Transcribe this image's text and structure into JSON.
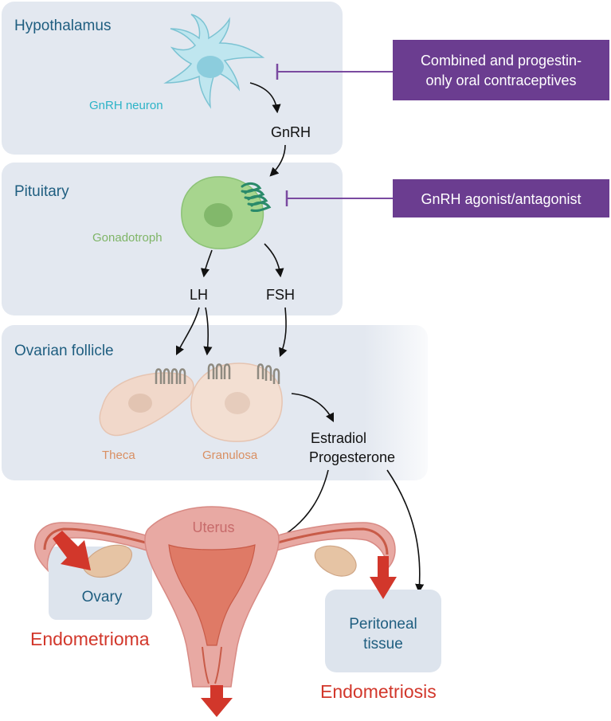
{
  "panels": {
    "hypothalamus": {
      "label": "Hypothalamus"
    },
    "pituitary": {
      "label": "Pituitary"
    },
    "ovarian_follicle": {
      "label": "Ovarian follicle"
    }
  },
  "cells": {
    "gnrh_neuron": "GnRH neuron",
    "gonadotroph": "Gonadotroph",
    "theca": "Theca",
    "granulosa": "Granulosa"
  },
  "hormones": {
    "gnrh": "GnRH",
    "lh": "LH",
    "fsh": "FSH",
    "estradiol": "Estradiol",
    "progesterone": "Progesterone"
  },
  "drugs": {
    "oral_contraceptives_line1": "Combined and progestin-",
    "oral_contraceptives_line2": "only oral contraceptives",
    "gnrh_agonist": "GnRH agonist/antagonist"
  },
  "organs": {
    "uterus": "Uterus",
    "ovary": "Ovary",
    "peritoneal_line1": "Peritoneal",
    "peritoneal_line2": "tissue"
  },
  "conditions": {
    "endometrioma": "Endometrioma",
    "endometriosis": "Endometriosis"
  },
  "colors": {
    "panel_bg": "#e3e8f0",
    "panel_label": "#1f5e80",
    "drug_box": "#6b3d90",
    "inhibitor_line": "#7a4aa0",
    "neuron": "#bfe6ef",
    "gonadotroph": "#9ccf85",
    "receptor_green": "#2a8a6a",
    "follicle_cell": "#f1d8ca",
    "follicle_label": "#d98f62",
    "uterus": "#e8a9a3",
    "endometrium": "#df7a66",
    "pathology_red": "#d2372b"
  }
}
